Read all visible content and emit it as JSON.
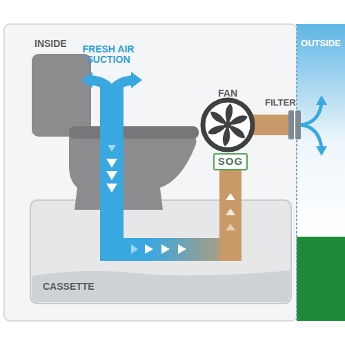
{
  "diagram": {
    "nodes": [
      {
        "text": [
          "CASSETTE"
        ]
      },
      {
        "text": [
          "SOG"
        ]
      },
      {
        "text": [
          "OUTSIDE"
        ]
      }
    ],
    "labels": [
      "INSIDE",
      "FRESH AIR SUCTION",
      "FAN",
      "FILTER"
    ]
  }
}
